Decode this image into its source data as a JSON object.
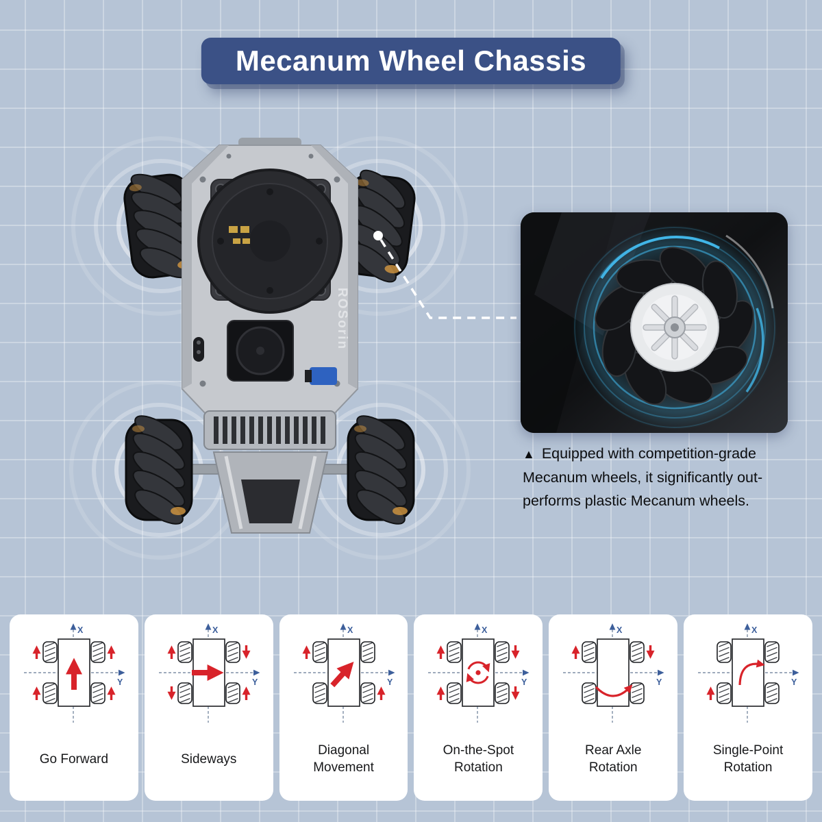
{
  "theme": {
    "background": "#b6c4d6",
    "grid_line": "rgba(255,255,255,0.30)",
    "banner_blue": "#3b5186",
    "accent_red": "#d8232a",
    "axis_blue": "#3d5f9b",
    "axis_line": "#7e8ea6",
    "glow_blue": "#46c8ff",
    "card_background": "#ffffff"
  },
  "title": {
    "text": "Mecanum Wheel Chassis"
  },
  "chassis": {
    "brand_label": "ROSorin"
  },
  "callout": {
    "bullet": "▲",
    "lines": [
      "Equipped with competition-grade",
      "Mecanum wheels, it significantly out-",
      "performs plastic Mecanum wheels."
    ]
  },
  "axis_labels": {
    "x": "X",
    "y": "Y"
  },
  "movement_cards": [
    {
      "label": "Go Forward",
      "wheel_arrows": {
        "front_left": "up",
        "front_right": "up",
        "rear_left": "up",
        "rear_right": "up"
      },
      "center_motion": {
        "type": "arrow",
        "direction": "up"
      }
    },
    {
      "label": "Sideways",
      "wheel_arrows": {
        "front_left": "up",
        "front_right": "down",
        "rear_left": "down",
        "rear_right": "up"
      },
      "center_motion": {
        "type": "arrow",
        "direction": "right"
      }
    },
    {
      "label": "Diagonal Movement",
      "wheel_arrows": {
        "front_left": "up",
        "rear_right": "up"
      },
      "center_motion": {
        "type": "arrow",
        "direction": "up-right"
      }
    },
    {
      "label": "On-the-Spot Rotation",
      "wheel_arrows": {
        "front_left": "up",
        "front_right": "down",
        "rear_left": "up",
        "rear_right": "down"
      },
      "center_motion": {
        "type": "rotation",
        "direction": "clockwise"
      }
    },
    {
      "label": "Rear Axle Rotation",
      "wheel_arrows": {
        "front_left": "up",
        "front_right": "down"
      },
      "center_motion": {
        "type": "arc",
        "pivot": "rear-axle"
      }
    },
    {
      "label": "Single-Point Rotation",
      "wheel_arrows": {
        "rear_left": "up"
      },
      "center_motion": {
        "type": "arc",
        "pivot": "single-point"
      }
    }
  ]
}
